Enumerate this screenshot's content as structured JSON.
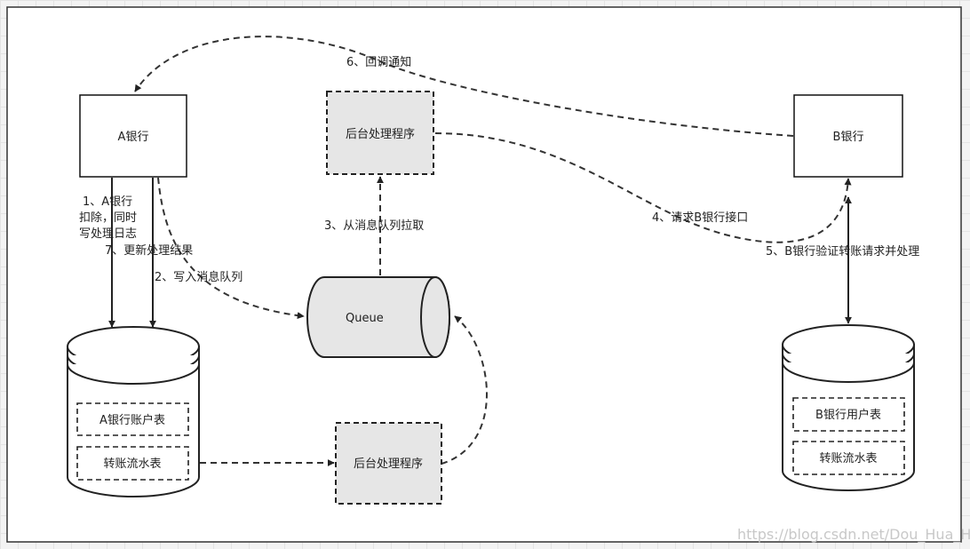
{
  "nodes": {
    "bank_a": "A银行",
    "bank_b": "B银行",
    "processor_top": "后台处理程序",
    "processor_bottom": "后台处理程序",
    "queue": "Queue",
    "db_a_accounts": "A银行账户表",
    "db_a_flow": "转账流水表",
    "db_b_users": "B银行用户表",
    "db_b_flow": "转账流水表"
  },
  "edges": {
    "step1_line1": "1、A银行",
    "step1_line2": "扣除，同时",
    "step1_line3": "写处理日志",
    "step2": "2、写入消息队列",
    "step3": "3、从消息队列拉取",
    "step4": "4、请求B银行接口",
    "step5": "5、B银行验证转账请求并处理",
    "step6": "6、回调通知",
    "step7": "7、更新处理结果"
  },
  "watermark": "https://blog.csdn.net/Dou_Hua_Hua"
}
